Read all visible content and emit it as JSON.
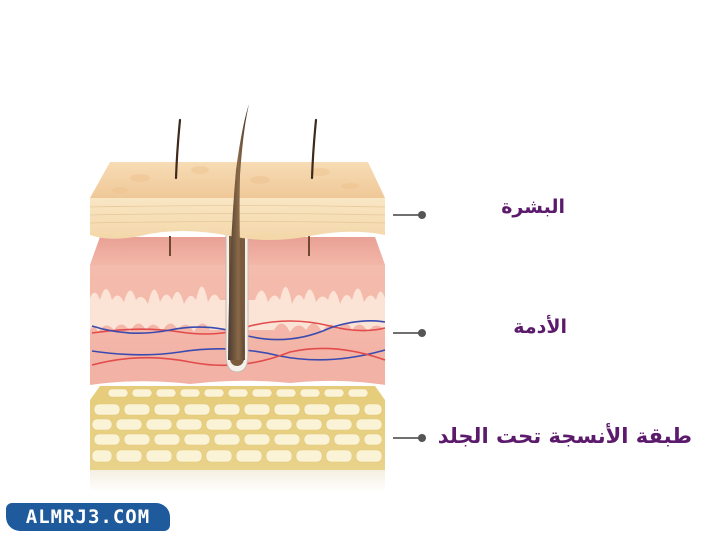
{
  "diagram": {
    "subject": "Layers of human skin cross-section",
    "layers": [
      {
        "id": "epidermis",
        "label": "البشرة",
        "color": "#f5dcb0"
      },
      {
        "id": "dermis",
        "label": "الأدمة",
        "color": "#f0b5a8"
      },
      {
        "id": "hypodermis",
        "label": "طبقة الأنسجة تحت الجلد",
        "color": "#e9d38a"
      }
    ],
    "label_color": "#5b1a6b",
    "connector_color": "#707070"
  },
  "watermark": {
    "text": "ALMRJ3.COM",
    "background": "#1f5a9c",
    "color": "#ffffff"
  }
}
